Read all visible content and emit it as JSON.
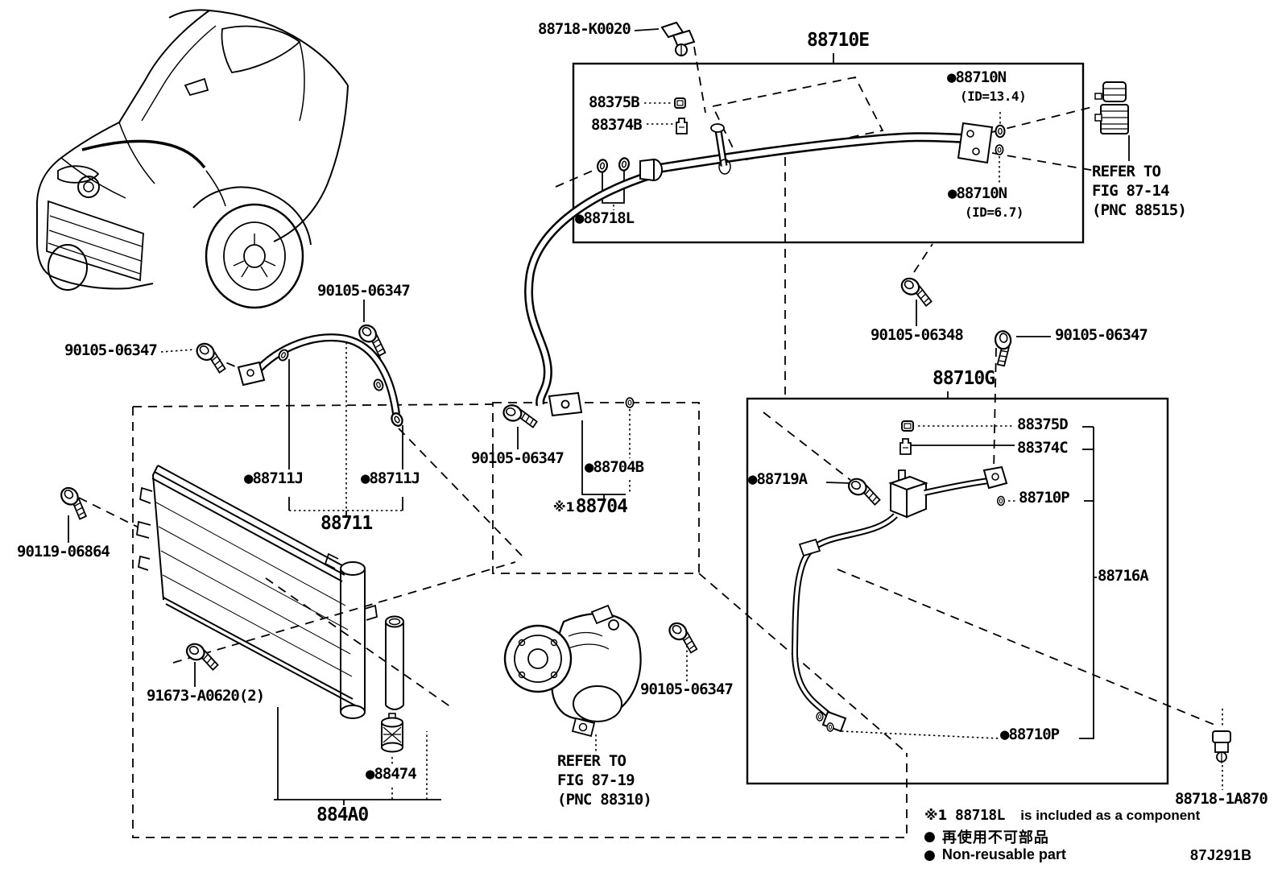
{
  "figure": {
    "labels": {
      "clamp_k0020": "88718-K0020",
      "assy_88710E": "88710E",
      "grommet_88375B": "88375B",
      "valve_88374B": "88374B",
      "oring_88710N": "●88710N",
      "id_13_4": "(ID=13.4)",
      "id_6_7": "(ID=6.7)",
      "clamp_88718L": "●88718L",
      "bolt_90105_06347": "90105-06347",
      "bolt_90105_06348": "90105-06348",
      "assy_88710G": "88710G",
      "grommet_88375D": "88375D",
      "valve_88374C": "88374C",
      "bolt_88719A": "●88719A",
      "clamp_88710P": "88710P",
      "clamp_88710P_b": "●88710P",
      "pipe_88716A": "88716A",
      "pipe_88704B": "●88704B",
      "marker_note1": "※1",
      "hose_88704": "88704",
      "clamp_88711J": "●88711J",
      "hose_88711": "88711",
      "bolt_90119_06864": "90119-06864",
      "screw_91673": "91673-A0620(2)",
      "dryer_88474": "●88474",
      "condenser_884A0": "884A0",
      "clamp_88718_1A870": "88718-1A870"
    },
    "refs": {
      "fig_87_14": [
        "REFER TO",
        "FIG 87-14",
        "(PNC 88515)"
      ],
      "fig_87_19": [
        "REFER TO",
        "FIG 87-19",
        "(PNC 88310)"
      ]
    },
    "footnotes": {
      "note1_marker": "※1",
      "note1_part": "88718L",
      "note1_text": "is included as a component",
      "bullet": "●",
      "note2_jp": "再使用不可部品",
      "note3_en": "Non-reusable part"
    },
    "code": "87J291B"
  }
}
